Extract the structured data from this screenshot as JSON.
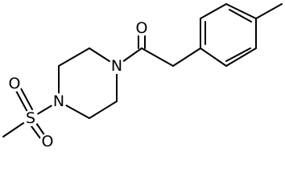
{
  "molecule": {
    "atoms": {
      "carbonyl_oxygen": "O",
      "amide_nitrogen": "N",
      "sulfonyl_nitrogen": "N",
      "sulfur": "S",
      "sulfonyl_oxygen_left": "O",
      "sulfonyl_oxygen_bottom": "O"
    }
  },
  "colors": {
    "bond": "#000000",
    "label": "#000000",
    "background": "#ffffff"
  }
}
